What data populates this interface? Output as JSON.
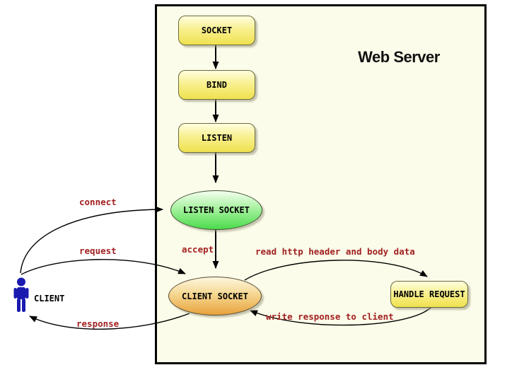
{
  "diagram": {
    "title": "Web Server",
    "nodes": {
      "socket": "SOCKET",
      "bind": "BIND",
      "listen": "LISTEN",
      "listen_socket": "LISTEN SOCKET",
      "client_socket": "CLIENT SOCKET",
      "handle_request": "HANDLE REQUEST",
      "client": "CLIENT"
    },
    "edges": {
      "connect": "connect",
      "request": "request",
      "response": "response",
      "accept": "accept",
      "read": "read http header and body data",
      "write": "write response to client"
    },
    "icons": {
      "client": "person-icon"
    },
    "colors": {
      "canvas_bg": "#FCFCEA",
      "node_yellow_top": "#FFFFE0",
      "node_yellow_bottom": "#F0E14E",
      "ellipse_green_top": "#F4FEF0",
      "ellipse_green_bottom": "#4BDB4B",
      "ellipse_orange_top": "#FDF6DE",
      "ellipse_orange_bottom": "#E8A23C",
      "edge_label_red": "#A12121",
      "client_figure_blue": "#1A1AB0",
      "border_black": "#000000"
    }
  }
}
